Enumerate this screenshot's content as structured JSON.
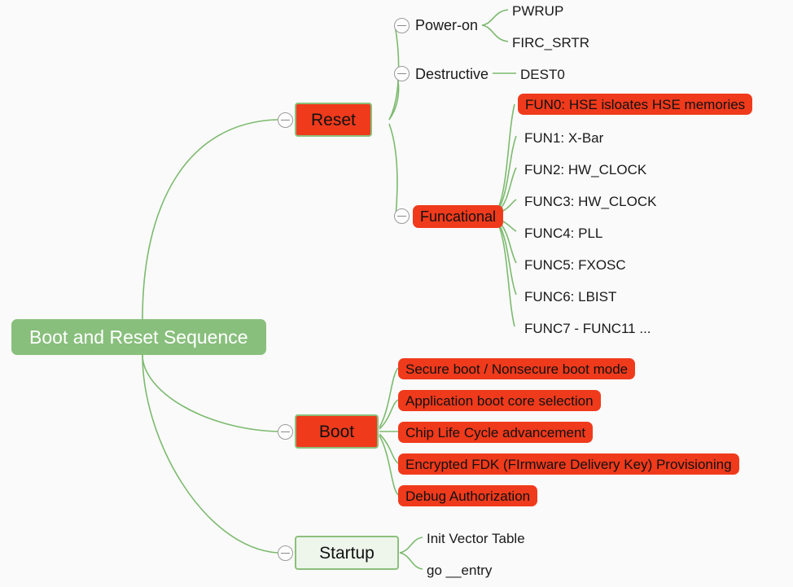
{
  "diagram": {
    "type": "mind-map",
    "background_color": "#fafafa",
    "edge_color": "#7cba6e",
    "accent_red": "#f03a1c",
    "accent_green": "#88bf7c",
    "text_color": "#1a1a1a"
  },
  "root": {
    "label": "Boot and Reset Sequence"
  },
  "branches": {
    "reset": {
      "label": "Reset",
      "children": {
        "power_on": {
          "label": "Power-on",
          "items": [
            "PWRUP",
            "FIRC_SRTR"
          ]
        },
        "destructive": {
          "label": "Destructive",
          "items": [
            "DEST0"
          ]
        },
        "functional": {
          "label": "Funcational",
          "items": [
            "FUN0: HSE isloates HSE memories",
            "FUN1: X-Bar",
            "FUN2: HW_CLOCK",
            "FUNC3: HW_CLOCK",
            "FUNC4: PLL",
            "FUNC5: FXOSC",
            "FUNC6: LBIST",
            "FUNC7 - FUNC11 ..."
          ]
        }
      }
    },
    "boot": {
      "label": "Boot",
      "items": [
        "Secure boot / Nonsecure boot mode",
        "Application boot core selection",
        "Chip Life Cycle advancement",
        "Encrypted FDK (FIrmware Delivery Key) Provisioning",
        "Debug Authorization"
      ]
    },
    "startup": {
      "label": "Startup",
      "items": [
        "Init Vector Table",
        "go __entry"
      ]
    }
  },
  "toggles": {
    "icon": "collapse-minus-icon",
    "state": "expanded"
  }
}
